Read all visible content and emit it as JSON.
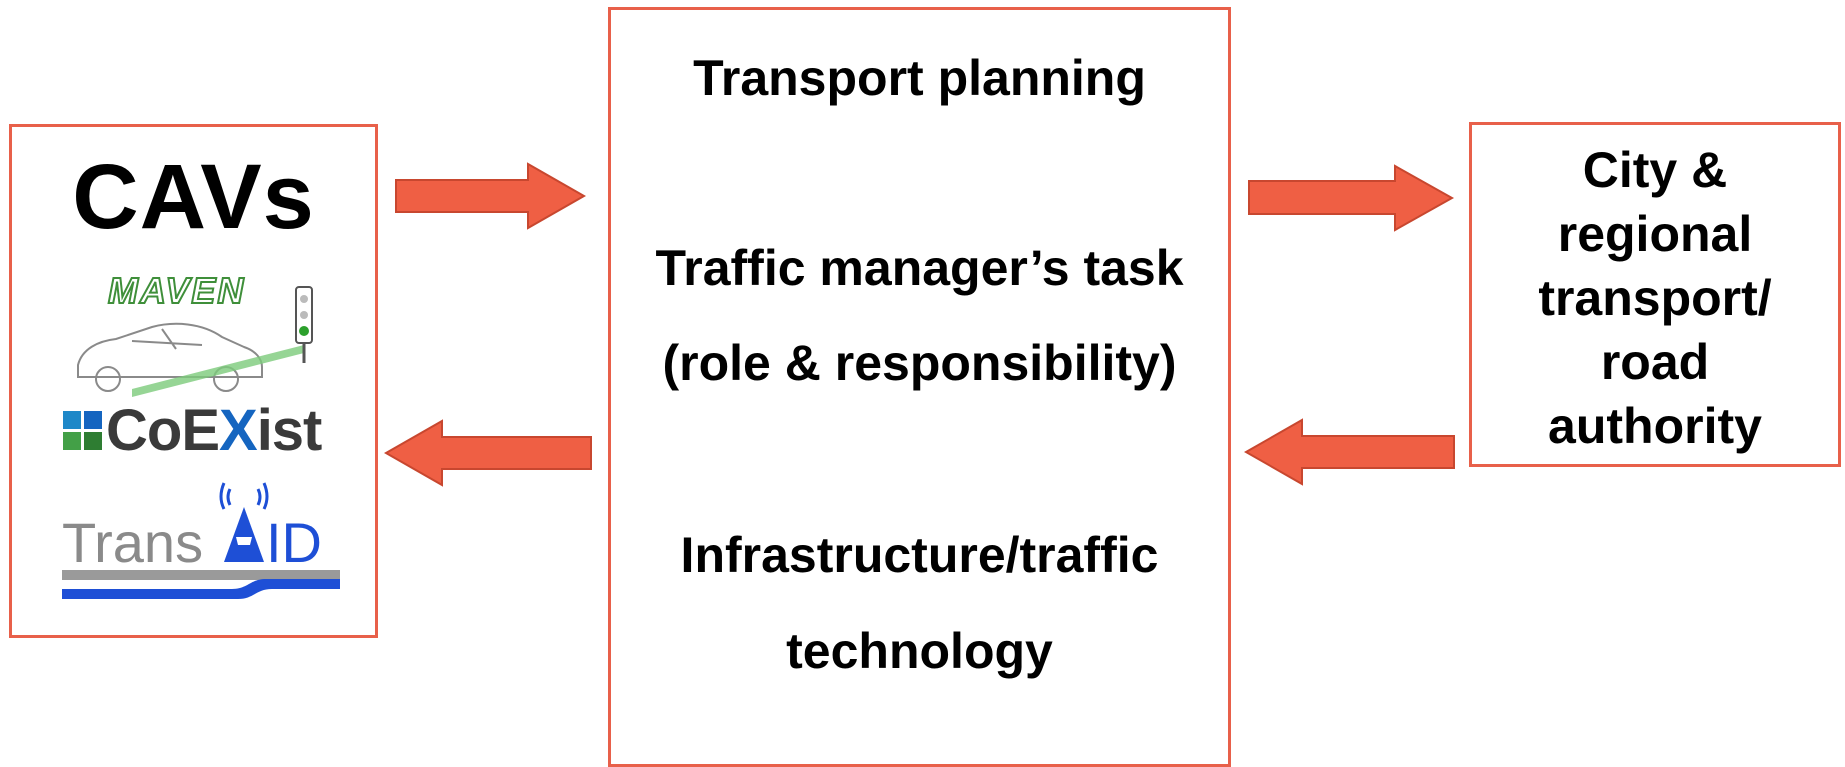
{
  "left_box": {
    "title": "CAVs",
    "logos": [
      {
        "name": "maven-logo",
        "text": "MAVEN"
      },
      {
        "name": "coexist-logo",
        "text_prefix": "CoE",
        "text_x": "X",
        "text_suffix": "ist"
      },
      {
        "name": "transaid-logo",
        "text_prefix": "Trans",
        "text_suffix": "ID"
      }
    ]
  },
  "center_box": {
    "line1": "Transport planning",
    "line2": "Traffic manager’s task",
    "line3": "(role & responsibility)",
    "line4": "Infrastructure/traffic",
    "line5": "technology"
  },
  "right_box": {
    "lines": [
      "City &",
      "regional",
      "transport/",
      "road",
      "authority"
    ]
  },
  "colors": {
    "border": "#e8604a",
    "arrow_fill": "#ef5f44",
    "arrow_stroke": "#c8472f",
    "maven_green": "#3f8f3a",
    "coexist_dark": "#3a3a3a",
    "coexist_blue": "#1565c0",
    "transaid_gray": "#8a8a8a",
    "transaid_blue": "#1e4fd6"
  }
}
